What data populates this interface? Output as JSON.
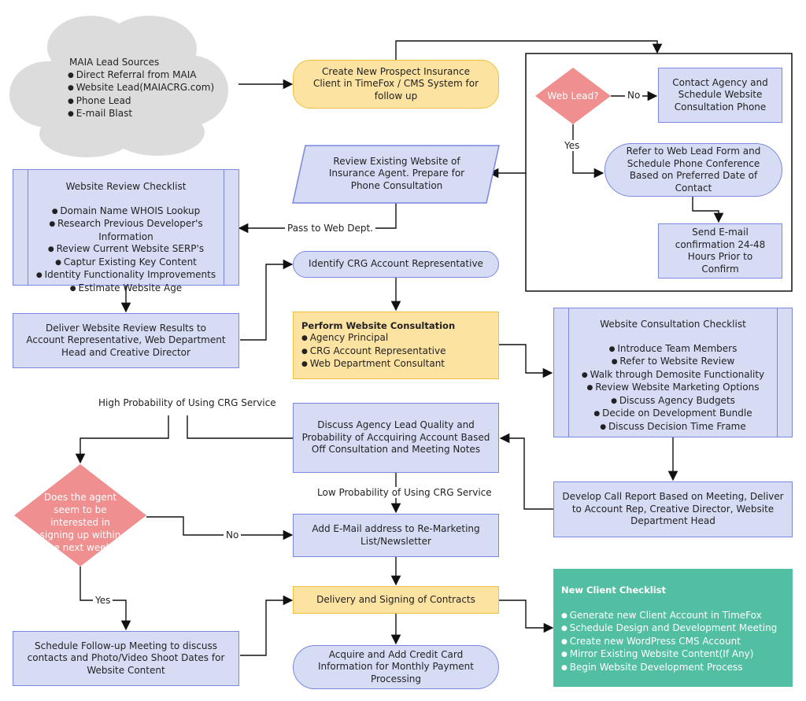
{
  "cloud": {
    "title": "MAIA Lead Sources",
    "items": [
      "Direct Referral from MAIA",
      "Website Lead(MAIACRG.com)",
      "Phone Lead",
      "E-mail Blast"
    ]
  },
  "create_prospect": "Create New Prospect Insurance Client in TimeFox / CMS System for follow up",
  "web_lead_decision": "Web Lead?",
  "label_no_top": "No",
  "label_yes_top": "Yes",
  "contact_agency": "Contact Agency and Schedule Website Consultation Phone",
  "refer_web_lead": "Refer to Web Lead Form and Schedule Phone Conference Based on Preferred Date of Contact",
  "send_email": "Send E-mail confirmation 24-48 Hours Prior to Confirm",
  "review_existing": "Review Existing Website of Insurance Agent. Prepare for Phone Consultation",
  "pass_to_web": "Pass to Web Dept.",
  "website_review_checklist": {
    "title": "Website Review Checklist",
    "items": [
      "Domain Name WHOIS Lookup",
      "Research Previous Developer's Information",
      "Review Current Website SERP's",
      "Captur Existing Key Content",
      "Identity Functionality Improvements",
      "Estimate Website Age"
    ]
  },
  "deliver_review": "Deliver Website Review Results to Account Representative, Web Department Head and Creative Director",
  "identify_crg": "Identify CRG Account Representative",
  "perform_consultation": {
    "title": "Perform Website Consultation",
    "items": [
      "Agency Principal",
      "CRG Account Representative",
      "Web Department Consultant"
    ]
  },
  "consultation_checklist": {
    "title": "Website Consultation Checklist",
    "items": [
      "Introduce Team Members",
      "Refer to Website Review",
      "Walk through Demosite Functionality",
      "Review Website Marketing Options",
      "Discuss Agency Budgets",
      "Decide on Development Bundle",
      "Discuss Decision Time Frame"
    ]
  },
  "high_probability": "High Probability of Using CRG Service",
  "discuss_quality": "Discuss Agency Lead Quality and Probability of Accquiring Account Based Off Consultation and Meeting Notes",
  "develop_call_report": "Develop Call Report Based on Meeting, Deliver to Account Rep, Creative Director, Website Department Head",
  "low_probability": "Low Probability of Using CRG Service",
  "agent_decision": "Does the agent seem to be interested in signing up within the next week?",
  "label_no_bottom": "No",
  "label_yes_bottom": "Yes",
  "add_email": "Add E-Mail address to Re-Marketing List/Newsletter",
  "delivery_contracts": "Delivery and Signing of Contracts",
  "schedule_followup": "Schedule Follow-up Meeting to discuss contacts and Photo/Video Shoot Dates for Website Content",
  "acquire_credit": "Acquire and Add Credit Card Information for Monthly Payment Processing",
  "new_client_checklist": {
    "title": "New Client Checklist",
    "items": [
      "Generate new Client Account in TimeFox",
      "Schedule Design and Development Meeting",
      "Create new WordPress CMS Account",
      "Mirror Existing Website Content(If Any)",
      "Begin Website Development Process"
    ]
  },
  "colors": {
    "blue_fill": "#d7dcf5",
    "blue_stroke": "#7b86e0",
    "orange_fill": "#fde3a2",
    "orange_stroke": "#f0c03c",
    "decision_fill": "#ef8f8f",
    "green_fill": "#52bfa2",
    "cloud_fill": "#dcdcdc"
  }
}
